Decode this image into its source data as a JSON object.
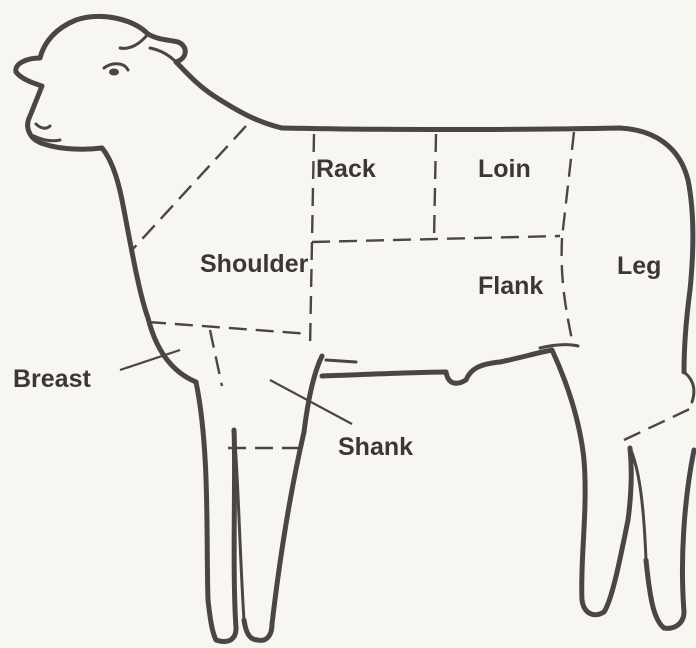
{
  "diagram": {
    "subject": "lamb",
    "line_color": "#4a4645",
    "text_color": "#3b3737",
    "background": "#f7f6f1",
    "cuts": {
      "rack": "Rack",
      "loin": "Loin",
      "shoulder": "Shoulder",
      "flank": "Flank",
      "leg": "Leg",
      "breast": "Breast",
      "shank": "Shank"
    }
  }
}
